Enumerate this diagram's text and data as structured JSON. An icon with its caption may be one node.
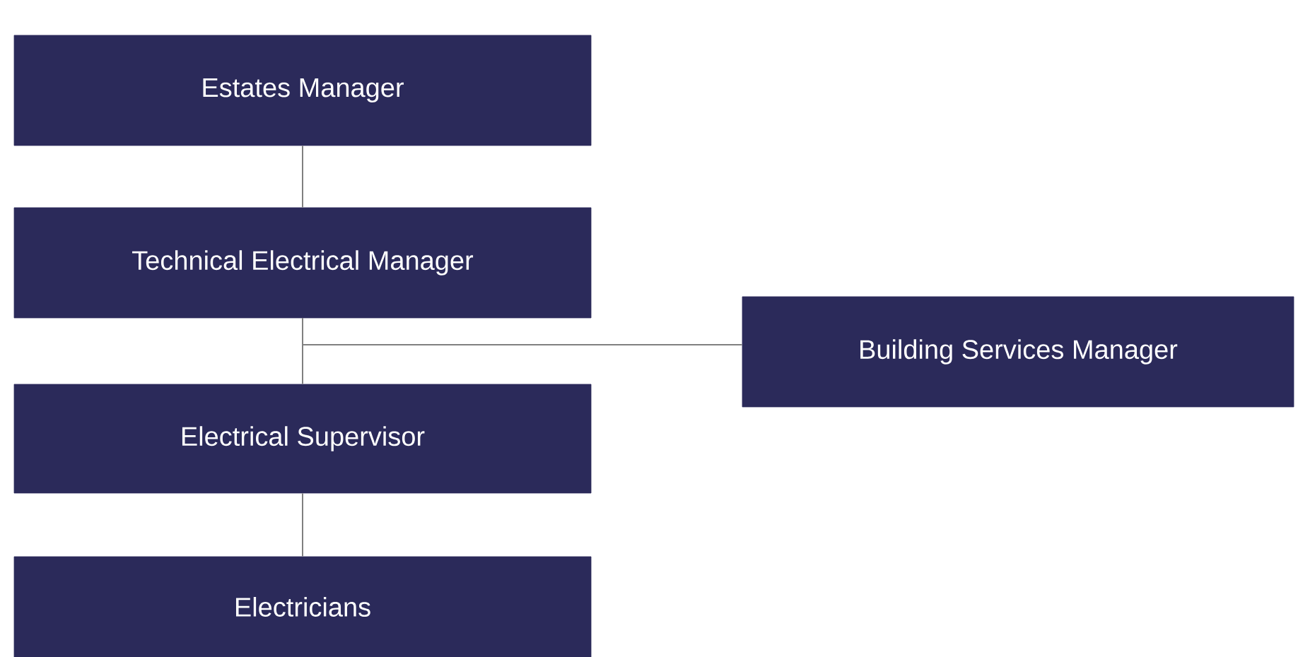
{
  "diagram": {
    "nodes": [
      {
        "text": [
          "Estates Manager"
        ]
      },
      {
        "text": [
          "Technical Electrical Manager"
        ]
      },
      {
        "text": [
          "Electrical Supervisor"
        ]
      },
      {
        "text": [
          "Electricians"
        ]
      },
      {
        "text": [
          "Building Services Manager"
        ]
      }
    ],
    "edges": [
      {
        "from": 0,
        "to": 1,
        "arrow": "none"
      },
      {
        "from": 1,
        "to": 2,
        "arrow": "none"
      },
      {
        "from": 2,
        "to": 3,
        "arrow": "none"
      },
      {
        "from": 1,
        "to": 4,
        "arrow": "none"
      }
    ]
  }
}
